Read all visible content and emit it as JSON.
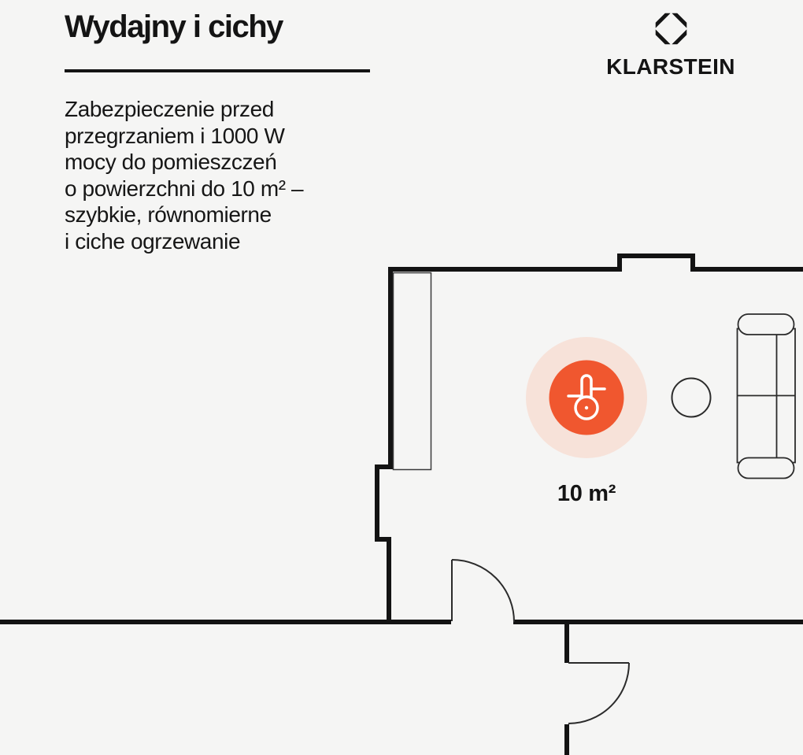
{
  "page": {
    "background_color": "#F5F5F4",
    "text_color": "#141414"
  },
  "header": {
    "title": "Wydajny i cichy",
    "description": "Zabezpieczenie przed\nprzegrzaniem i 1000 W\nmocy do pomieszczeń\no powierzchni do 10 m² –\nszybkie, równomierne\ni ciche ogrzewanie"
  },
  "brand": {
    "wordmark": "KLARSTEIN",
    "logo_icon": "klarstein-octagon-diamond-icon",
    "logo_color": "#141414"
  },
  "floor_plan": {
    "area_label": "10 m²",
    "wall_color": "#131313",
    "furniture_stroke_color": "#2B2B2B",
    "heater": {
      "icon": "thermometer-icon",
      "fill_color": "#F0572F",
      "halo_color": "#F7E2D9",
      "icon_color": "#FFFFFF"
    },
    "furniture": [
      "wall-closet",
      "side-table",
      "sofa"
    ],
    "door_count": "2"
  }
}
